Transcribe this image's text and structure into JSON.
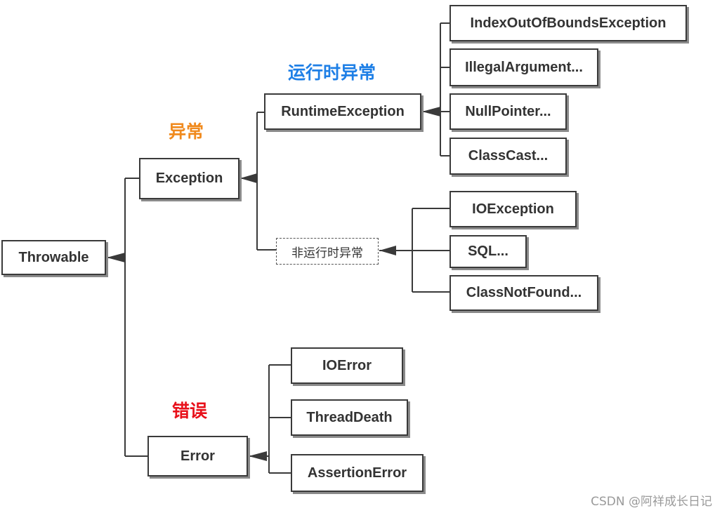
{
  "nodes": {
    "throwable": "Throwable",
    "exception": "Exception",
    "error": "Error",
    "runtime_exception": "RuntimeException",
    "non_runtime": "非运行时异常",
    "index_out_of_bounds": "IndexOutOfBoundsException",
    "illegal_argument": "IllegalArgument...",
    "null_pointer": "NullPointer...",
    "class_cast": "ClassCast...",
    "io_exception": "IOException",
    "sql": "SQL...",
    "class_not_found": "ClassNotFound...",
    "io_error": "IOError",
    "thread_death": "ThreadDeath",
    "assertion_error": "AssertionError"
  },
  "categories": {
    "runtime": "运行时异常",
    "exception": "异常",
    "error": "错误"
  },
  "colors": {
    "runtime": "#1e7fe6",
    "exception": "#f08a1e",
    "error": "#e8101a",
    "line": "#3a3a3a"
  },
  "watermark": "CSDN @阿祥成长日记"
}
